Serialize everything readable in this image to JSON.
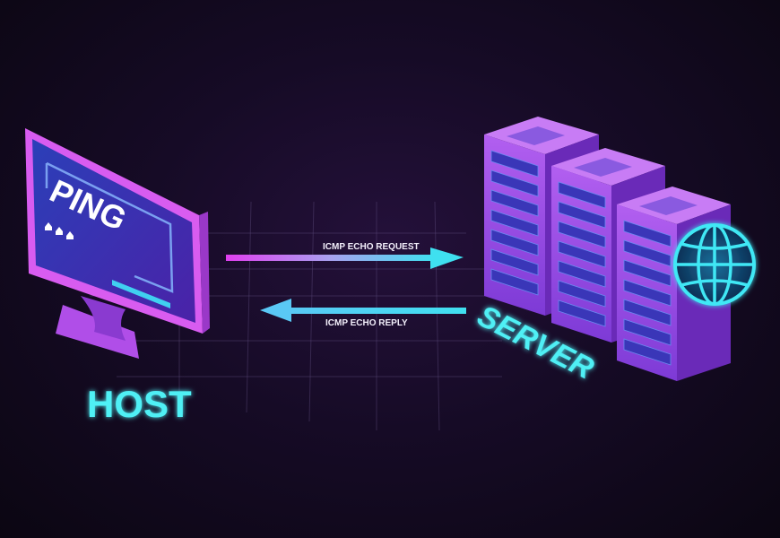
{
  "host": {
    "screen_text": "PING",
    "label": "HOST"
  },
  "server": {
    "label": "SERVER"
  },
  "arrows": {
    "request_label": "ICMP ECHO REQUEST",
    "reply_label": "ICMP ECHO REPLY"
  },
  "colors": {
    "magenta": "#e040f0",
    "cyan": "#3fe0f0",
    "screen": "#3a2fb0",
    "background": "#140a22"
  }
}
